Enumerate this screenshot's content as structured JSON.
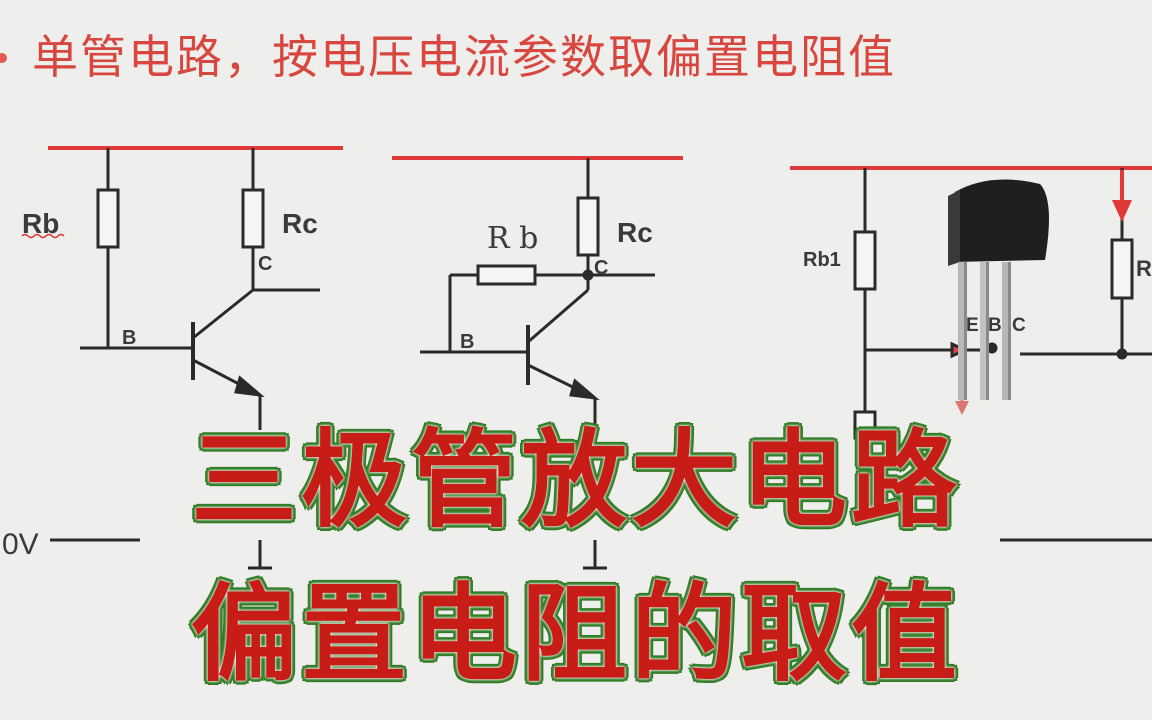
{
  "header": {
    "title": "单管电路，按电压电流参数取偏置电阻值"
  },
  "circuit1": {
    "rb": "Rb",
    "rc": "Rc",
    "c": "C",
    "b": "B",
    "ov": "0V"
  },
  "circuit2": {
    "rb": "R b",
    "rc": "Rc",
    "c": "C",
    "b": "B"
  },
  "circuit3": {
    "rb1": "Rb1",
    "rc": "Rc",
    "e": "E",
    "b": "B",
    "c": "C"
  },
  "overlay": {
    "line1": "三极管放大电路",
    "line2": "偏置电阻的取值"
  },
  "colors": {
    "rail": "#e0393a",
    "wire": "#2a2a2a",
    "caption_fill": "#c81d16",
    "caption_edge": "#2e7a22"
  }
}
